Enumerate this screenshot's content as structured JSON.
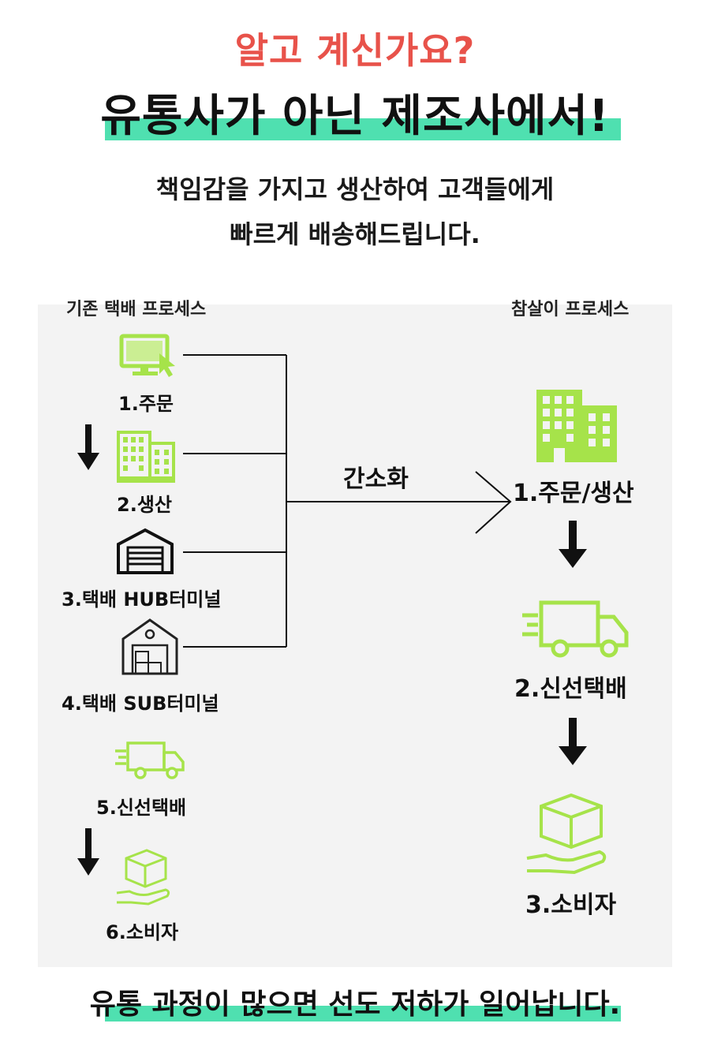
{
  "header": {
    "kicker": "알고 계신가요?",
    "headline": "유통사가 아닌 제조사에서!",
    "sub_line1": "책임감을 가지고 생산하여 고객들에게",
    "sub_line2": "빠르게 배송해드립니다."
  },
  "left_process": {
    "title": "기존 택배 프로세스",
    "steps": [
      {
        "label": "1.주문",
        "icon": "computer-icon"
      },
      {
        "label": "2.생산",
        "icon": "building-icon"
      },
      {
        "label": "3.택배 HUB터미널",
        "icon": "warehouse-icon"
      },
      {
        "label": "4.택배 SUB터미널",
        "icon": "depot-icon"
      },
      {
        "label": "5.신선택배",
        "icon": "truck-icon"
      },
      {
        "label": "6.소비자",
        "icon": "box-hand-icon"
      }
    ]
  },
  "simplify_label": "간소화",
  "right_process": {
    "title": "참살이 프로세스",
    "steps": [
      {
        "label": "1.주문/생산",
        "icon": "building-icon"
      },
      {
        "label": "2.신선택배",
        "icon": "truck-icon"
      },
      {
        "label": "3.소비자",
        "icon": "box-hand-icon"
      }
    ]
  },
  "footer": {
    "text": "유통 과정이 많으면 선도 저하가 일어납니다."
  },
  "colors": {
    "accent_green": "#a6e34a",
    "highlight_mint": "#4fe0b0",
    "kicker_red": "#e8524a",
    "panel_bg": "#f3f3f3"
  }
}
